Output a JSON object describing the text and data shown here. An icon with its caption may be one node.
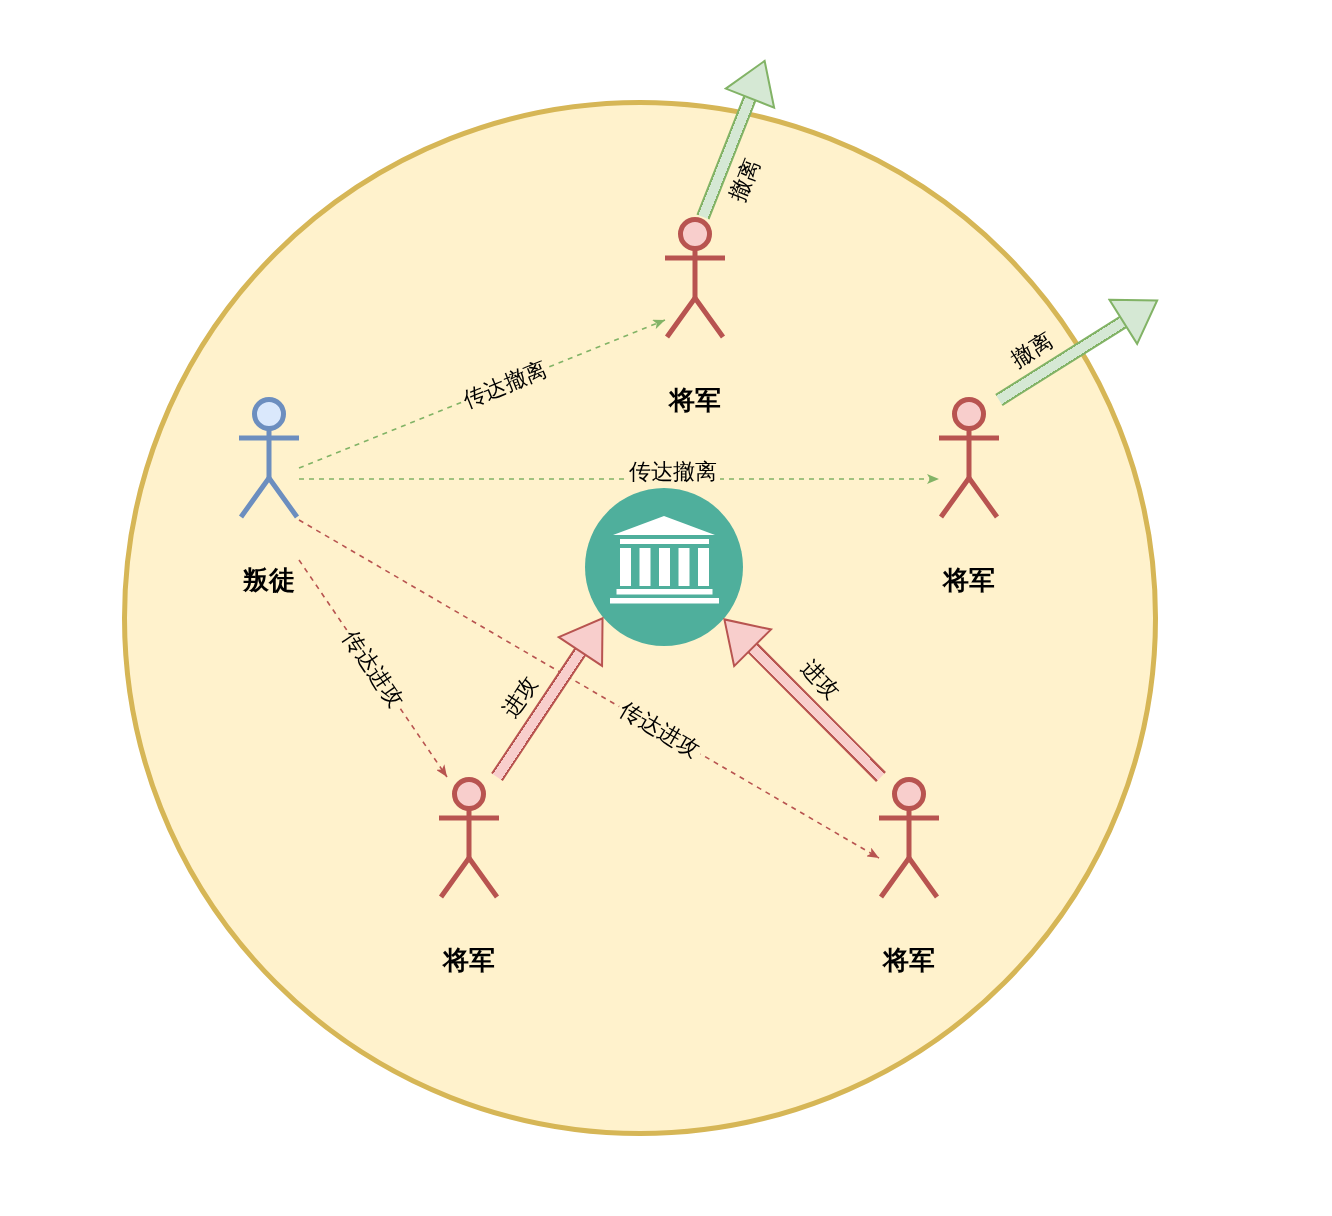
{
  "diagram": {
    "nodes": [
      {
        "text": [],
        "shape": "circle"
      },
      {
        "text": [
          "将军"
        ],
        "in": 0
      },
      {
        "text": [
          "叛徒"
        ],
        "in": 0
      },
      {
        "text": [
          "将军"
        ],
        "in": 0
      },
      {
        "text": [],
        "shape": "picture",
        "in": 0
      },
      {
        "text": [
          "将军"
        ],
        "in": 0
      },
      {
        "text": [
          "将军"
        ],
        "in": 0
      }
    ],
    "edges": [
      {
        "from": 2,
        "to": 1,
        "arrow": "to",
        "label": "传达撤离",
        "style": "dashed",
        "color": "#82b366"
      },
      {
        "from": 2,
        "to": 3,
        "arrow": "to",
        "label": "传达撤离",
        "style": "dashed",
        "color": "#82b366"
      },
      {
        "from": 2,
        "to": 5,
        "arrow": "to",
        "label": "传达进攻",
        "style": "dashed",
        "color": "#b85450"
      },
      {
        "from": 2,
        "to": 6,
        "arrow": "to",
        "label": "传达进攻",
        "style": "dashed",
        "color": "#b85450"
      },
      {
        "from": 5,
        "to": 4,
        "arrow": "to",
        "label": "进攻",
        "style": "thick",
        "color": "#b85450"
      },
      {
        "from": 6,
        "to": 4,
        "arrow": "to",
        "label": "进攻",
        "style": "thick",
        "color": "#b85450"
      },
      {
        "from": 1,
        "to": null,
        "arrow": "to",
        "label": "撤离",
        "style": "thick",
        "color": "#82b366"
      },
      {
        "from": 3,
        "to": null,
        "arrow": "to",
        "label": "撤离",
        "style": "thick",
        "color": "#82b366"
      }
    ]
  }
}
